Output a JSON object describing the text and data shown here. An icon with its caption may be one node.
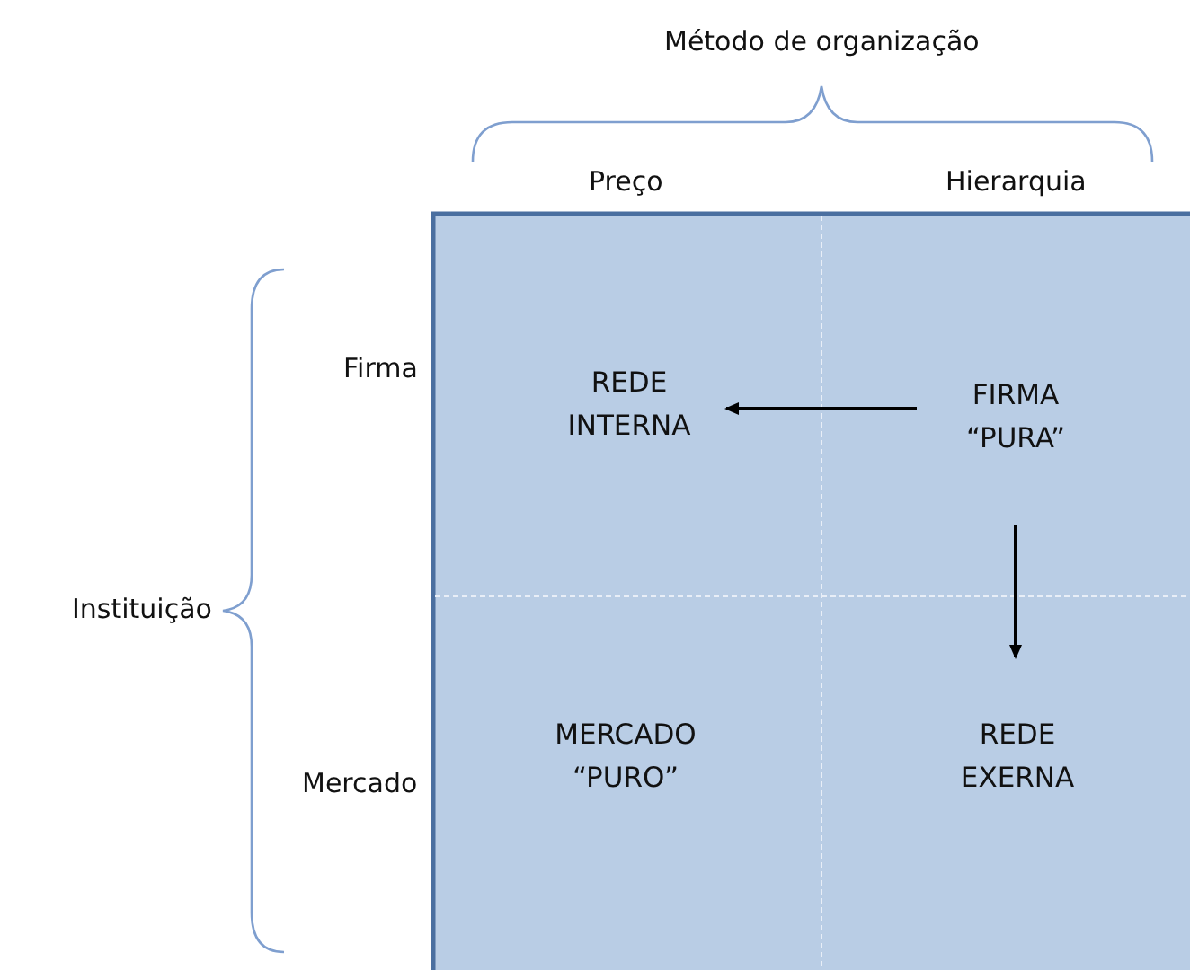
{
  "diagram": {
    "nodes": [
      {
        "text": [
          "REDE INTERNA"
        ]
      },
      {
        "text": [
          "FIRMA “PURA”"
        ]
      },
      {
        "text": [
          "MERCADO “PURO”"
        ]
      },
      {
        "text": [
          "REDE EXERNA"
        ]
      }
    ],
    "edges": [
      {
        "from": 1,
        "to": 0,
        "arrow": "to"
      },
      {
        "from": 1,
        "to": 3,
        "arrow": "to"
      }
    ],
    "labels": [
      "Método de organização",
      "Preço",
      "Hierarquia",
      "Instituição",
      "Firma",
      "Mercado"
    ]
  }
}
